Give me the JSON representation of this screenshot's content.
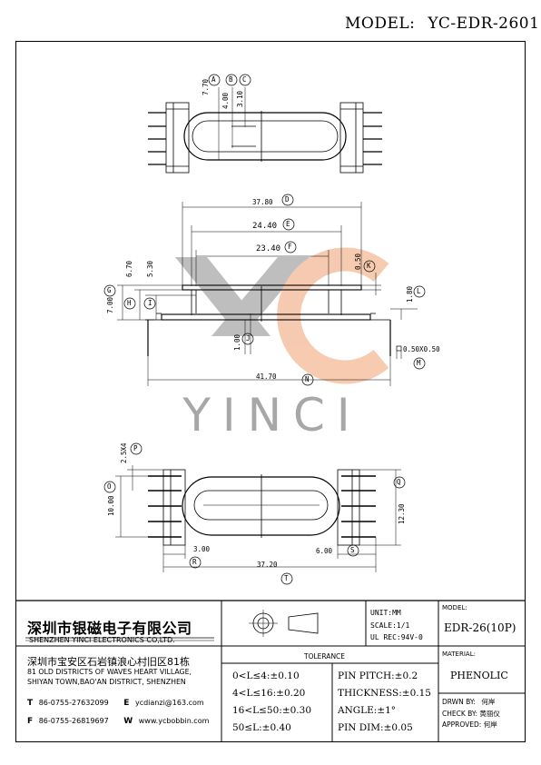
{
  "header": {
    "model_label": "MODEL:",
    "model_value": "YC-EDR-2601"
  },
  "watermark": {
    "text": "YINCI",
    "colors": {
      "grey": "#8a8a8a",
      "orange": "#f0a070"
    }
  },
  "drawing": {
    "callouts": [
      "A",
      "B",
      "C",
      "D",
      "E",
      "F",
      "G",
      "H",
      "I",
      "J",
      "K",
      "L",
      "M",
      "N",
      "O",
      "P",
      "Q",
      "R",
      "S",
      "T"
    ],
    "dims": {
      "a": "7.70",
      "b": "4.00",
      "c": "3.10",
      "d": "37.80",
      "e": "24.40",
      "f": "23.40",
      "g": "7.00",
      "h": "6.70",
      "i": "5.30",
      "j": "1.00",
      "k": "0.50",
      "l": "1.80",
      "m": "0.50X0.50",
      "n": "41.70",
      "o": "10.00",
      "p": "2.5X4",
      "q": "12.30",
      "r": "3.00",
      "s": "6.00",
      "t": "37.20"
    }
  },
  "company": {
    "name_cn": "深圳市银磁电子有限公司",
    "name_en": "SHENZHEN YINCI ELECTRONICS CO,LTD.",
    "address_cn": "深圳市宝安区石岩镇浪心村旧区81栋",
    "address_en_1": "81 OLD DISTRICTS OF WAVES HEART VILLAGE,",
    "address_en_2": "SHIYAN TOWN,BAO'AN DISTRICT, SHENZHEN",
    "tel_label": "T",
    "tel": "86-0755-27632099",
    "email_label": "E",
    "email": "ycdianzi@163.com",
    "fax_label": "F",
    "fax": "86-0755-26819697",
    "web_label": "W",
    "web": "www.ycbobbin.com"
  },
  "specs": {
    "unit": "UNIT:MM",
    "scale": "SCALE:1/1",
    "ul": "UL REC:94V-0"
  },
  "tolerance": {
    "title": "TOLERANCE",
    "left": [
      "0<L≤4:±0.10",
      "4<L≤16:±0.20",
      "16<L≤50:±0.30",
      "50≤L:±0.40"
    ],
    "right": [
      "PIN PITCH:±0.2",
      "THICKNESS:±0.15",
      "ANGLE:±1°",
      "PIN DIM:±0.05"
    ]
  },
  "model_box": {
    "label": "MODEL:",
    "value": "EDR-26(10P)"
  },
  "material_box": {
    "label": "MATERIAL:",
    "value": "PHENOLIC"
  },
  "signatures": {
    "drawn_label": "DRWN BY:",
    "drawn": "何岸",
    "check_label": "CHECK BY:",
    "check": "黄丽仪",
    "approved_label": "APPROVED:",
    "approved": "何岸"
  }
}
